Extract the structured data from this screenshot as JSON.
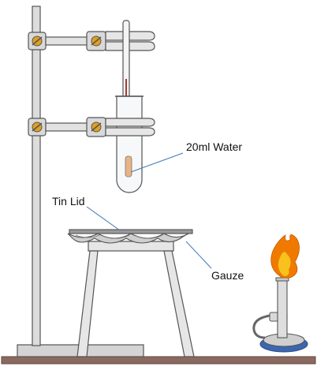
{
  "labels": {
    "water": "20ml Water",
    "lid": "Tin Lid",
    "gauze": "Gauze"
  },
  "colors": {
    "apparatus_stroke": "#555555",
    "stand_fill": "#d9d9d9",
    "clamp_screw": "#e0a020",
    "water_fill": "#f7f8f9",
    "sample_fill": "#e8b482",
    "thermometer_red": "#a33a2e",
    "bench": "#8a6a60",
    "flame_outer": "#f07a00",
    "flame_inner": "#f7c21c",
    "burner_base": "#3c66b0",
    "leader_line": "#3f79b5"
  }
}
